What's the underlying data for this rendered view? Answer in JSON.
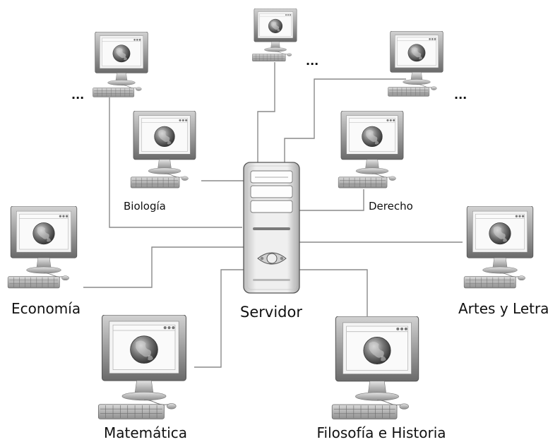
{
  "labels": {
    "server": "Servidor",
    "biologia": "Biología",
    "derecho": "Derecho",
    "economia": "Economía",
    "artes": "Artes y Letras",
    "matematica": "Matemática",
    "filosofia": "Filosofía e Historia",
    "more_left": "...",
    "more_top": "...",
    "more_right": "..."
  },
  "icons": {
    "server": "server-tower-icon",
    "computer": "desktop-computer-globe-icon"
  }
}
